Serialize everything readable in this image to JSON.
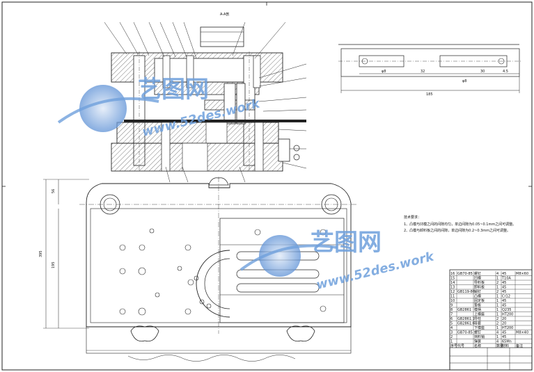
{
  "section_label": "A-A剖",
  "watermark": {
    "cn": "艺图网",
    "en": "www.52des.work"
  },
  "strip_dims": {
    "d1": "φ8",
    "d2": "32",
    "d3": "φ8",
    "d4": "30",
    "d5": "4.5",
    "d6": "185"
  },
  "plan_dims": {
    "left1": "56",
    "left2": "195",
    "left3": "395"
  },
  "notes": {
    "title": "技术要求：",
    "line1": "1、凸模与凹模之间的间隙均匀，单边间隙为0.05~0.1mm之间可调整。",
    "line2": "2、凸模与卸料板之间的间隙，单边间隙为0.2~0.3mm之间可调整。"
  },
  "title_block": {
    "cols": [
      "序号",
      "代号",
      "名称",
      "数量",
      "材料",
      "备注"
    ],
    "rows": [
      [
        "16",
        "GB70-85",
        "螺钉",
        "4",
        "45",
        "M8×60"
      ],
      [
        "15",
        "",
        "凹模",
        "1",
        "T10A",
        ""
      ],
      [
        "14",
        "",
        "导料板",
        "2",
        "45",
        ""
      ],
      [
        "13",
        "",
        "卸料板",
        "1",
        "45",
        ""
      ],
      [
        "12",
        "GB119-86",
        "销钉",
        "2",
        "45",
        ""
      ],
      [
        "11",
        "",
        "凸模",
        "1",
        "Cr12",
        ""
      ],
      [
        "10",
        "",
        "固定板",
        "1",
        "45",
        ""
      ],
      [
        "9",
        "",
        "垫板",
        "1",
        "45",
        ""
      ],
      [
        "8",
        "GB2861",
        "模柄",
        "1",
        "Q235",
        ""
      ],
      [
        "7",
        "",
        "上模座",
        "1",
        "HT200",
        ""
      ],
      [
        "6",
        "GB2861.1",
        "导柱",
        "2",
        "20",
        ""
      ],
      [
        "5",
        "GB2861.6",
        "导套",
        "2",
        "20",
        ""
      ],
      [
        "4",
        "",
        "下模座",
        "1",
        "HT200",
        ""
      ],
      [
        "3",
        "GB70-85",
        "螺钉",
        "4",
        "45",
        "M8×40"
      ],
      [
        "2",
        "",
        "挡料销",
        "1",
        "45",
        ""
      ],
      [
        "1",
        "",
        "弹簧",
        "4",
        "65Mn",
        ""
      ]
    ]
  }
}
